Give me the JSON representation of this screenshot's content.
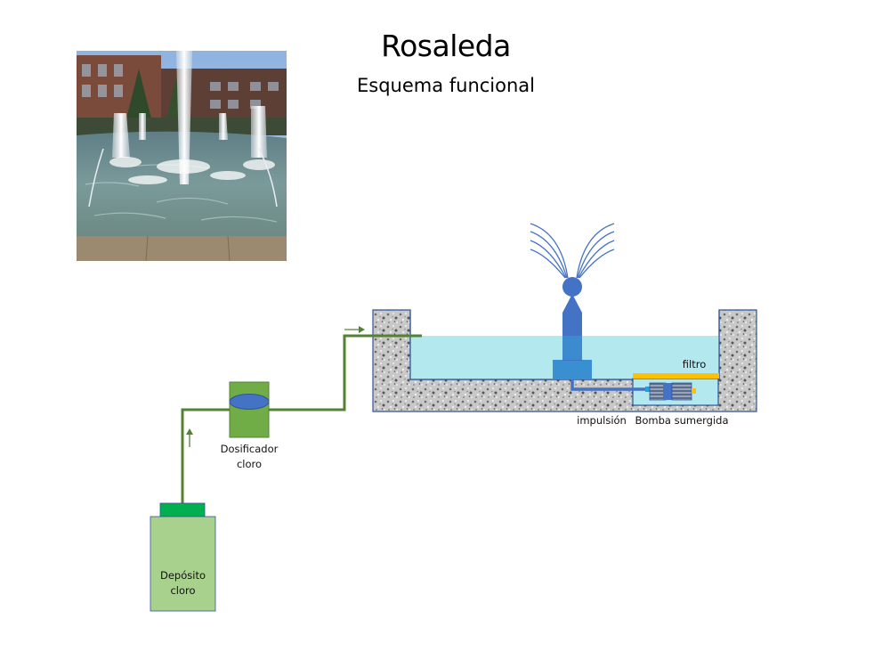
{
  "header": {
    "title": "Rosaleda",
    "subtitle": "Esquema funcional"
  },
  "photo": {
    "description": "Fuente ornamental con surtidores de agua"
  },
  "labels": {
    "tank": [
      "Depósito",
      "cloro"
    ],
    "dosifier": [
      "Dosificador",
      "cloro"
    ],
    "filter": "filtro",
    "impulsion": "impulsión",
    "pump": "Bomba sumergida"
  },
  "colors": {
    "pipe_green": "#548235",
    "tank_body": "#a9d18e",
    "tank_cap": "#00b050",
    "dosifier_body": "#70ad47",
    "dosifier_ellipse": "#4472c4",
    "water": "#b4e8ef",
    "fountain_blue": "#4472c4",
    "fountain_base": "#3a8fd0",
    "filter_bar": "#ffc000",
    "concrete_border": "#2f5597"
  }
}
